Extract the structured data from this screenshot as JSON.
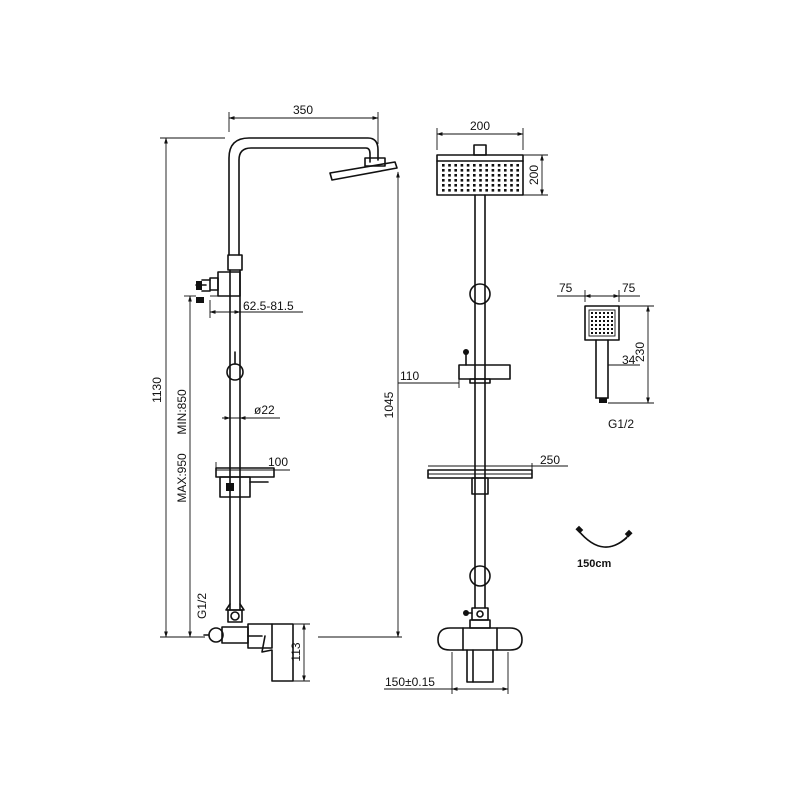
{
  "dimensions": {
    "arm_length": "350",
    "head_width": "200",
    "head_depth": "200",
    "total_height": "1130",
    "pipe_height": "1045",
    "bracket_range": "62.5-81.5",
    "pipe_diameter": "ø22",
    "min_height": "MIN:850",
    "max_height": "MAX:950",
    "shelf_side": "100",
    "holder_width": "110",
    "shelf_front": "250",
    "connection_left": "G1/2",
    "mixer_height": "113",
    "mixer_spacing": "150±0.15",
    "hand_width": "75",
    "hand_depth": "75",
    "hand_length": "230",
    "hand_neck": "34",
    "hand_thread": "G1/2",
    "hose_length": "150cm"
  }
}
